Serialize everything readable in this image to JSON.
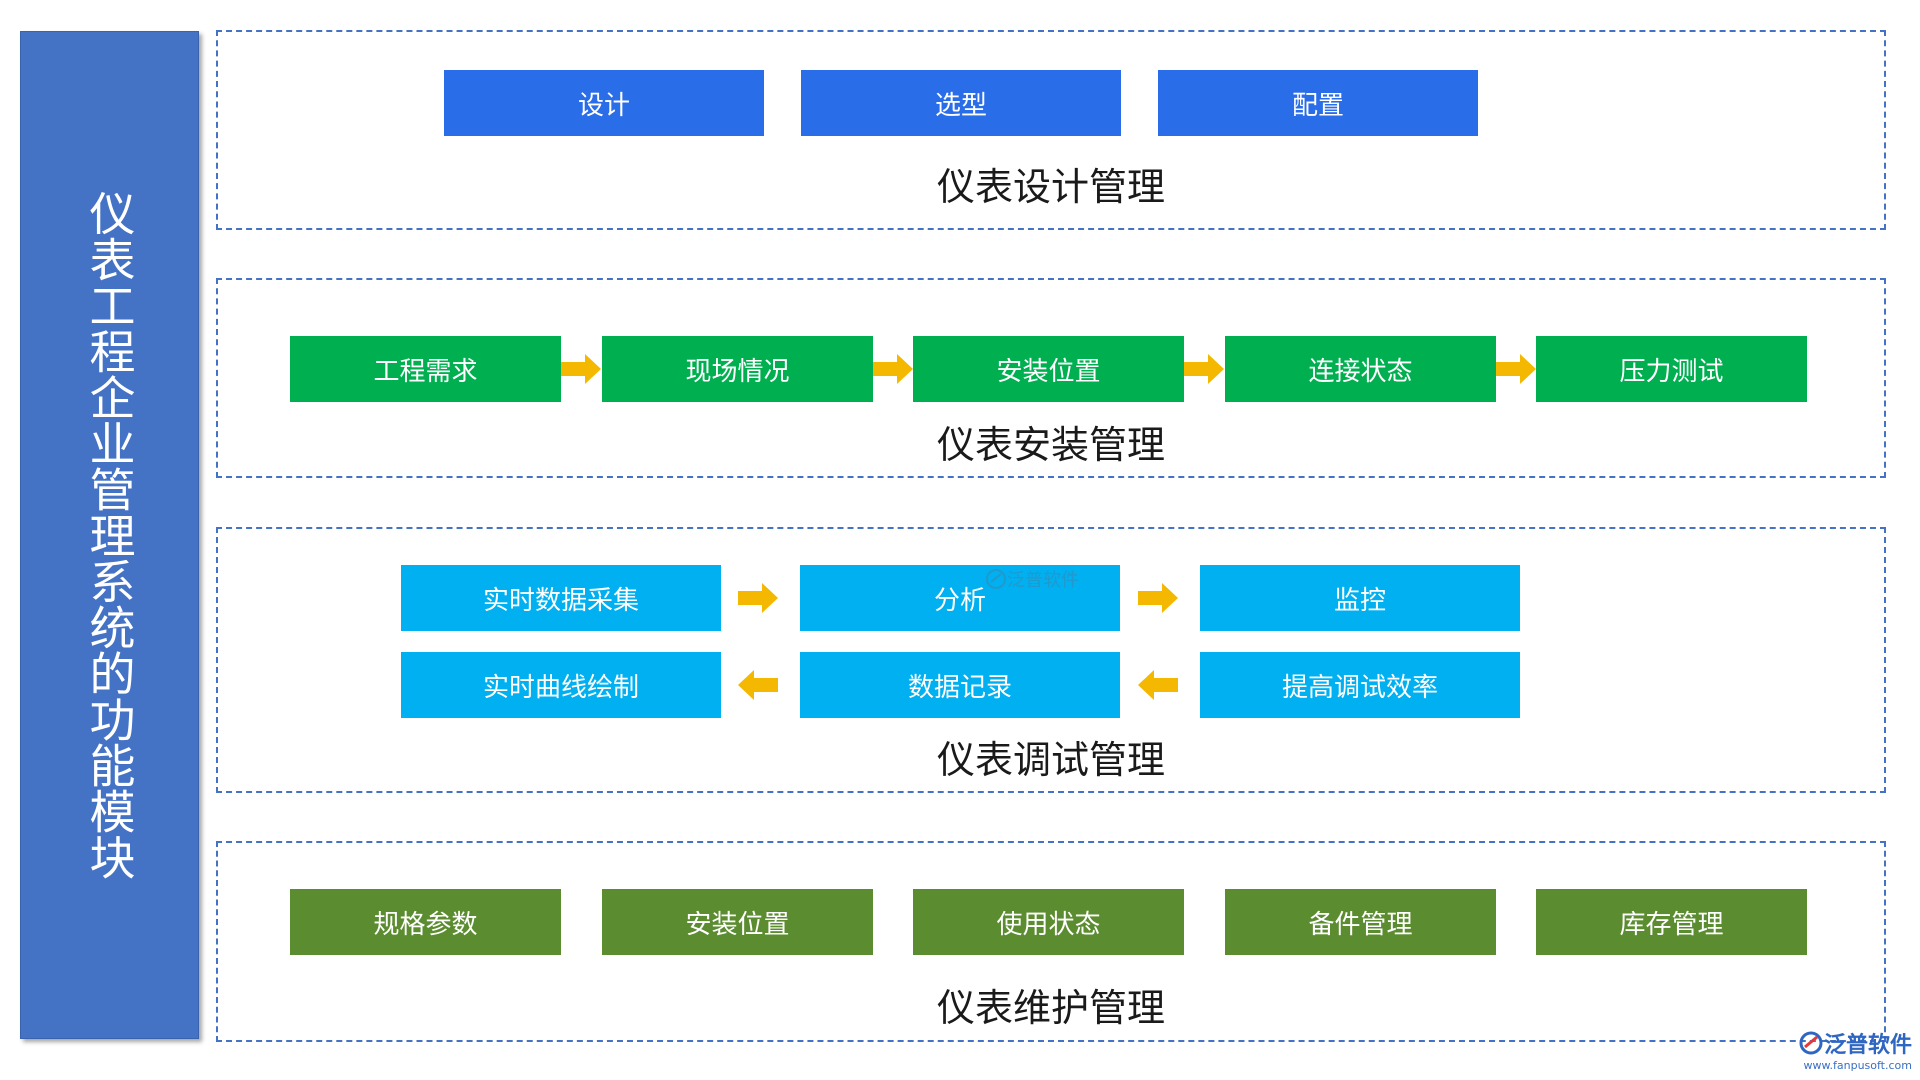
{
  "side_title": "仪表工程企业管理系统的功能模块",
  "sections": {
    "design": {
      "label": "仪表设计管理",
      "items": [
        "设计",
        "选型",
        "配置"
      ]
    },
    "install": {
      "label": "仪表安装管理",
      "items": [
        "工程需求",
        "现场情况",
        "安装位置",
        "连接状态",
        "压力测试"
      ]
    },
    "debug": {
      "label": "仪表调试管理",
      "row1": [
        "实时数据采集",
        "分析",
        "监控"
      ],
      "row2": [
        "实时曲线绘制",
        "数据记录",
        "提高调试效率"
      ]
    },
    "maintain": {
      "label": "仪表维护管理",
      "items": [
        "规格参数",
        "安装位置",
        "使用状态",
        "备件管理",
        "库存管理"
      ]
    }
  },
  "watermark": {
    "brand": "泛普软件",
    "url": "www.fanpusoft.com",
    "center_text": "泛普软件"
  },
  "colors": {
    "side_bar": "#4472c4",
    "section_border": "#4472c4",
    "design_box": "#2a6de8",
    "install_box": "#00b050",
    "debug_box": "#00b0f0",
    "maintain_box": "#5b8c30",
    "arrow": "#f5b800"
  },
  "icons": {
    "arrow": "arrow-right-icon",
    "arrow_left": "arrow-left-icon",
    "logo": "fanpu-logo-icon"
  }
}
